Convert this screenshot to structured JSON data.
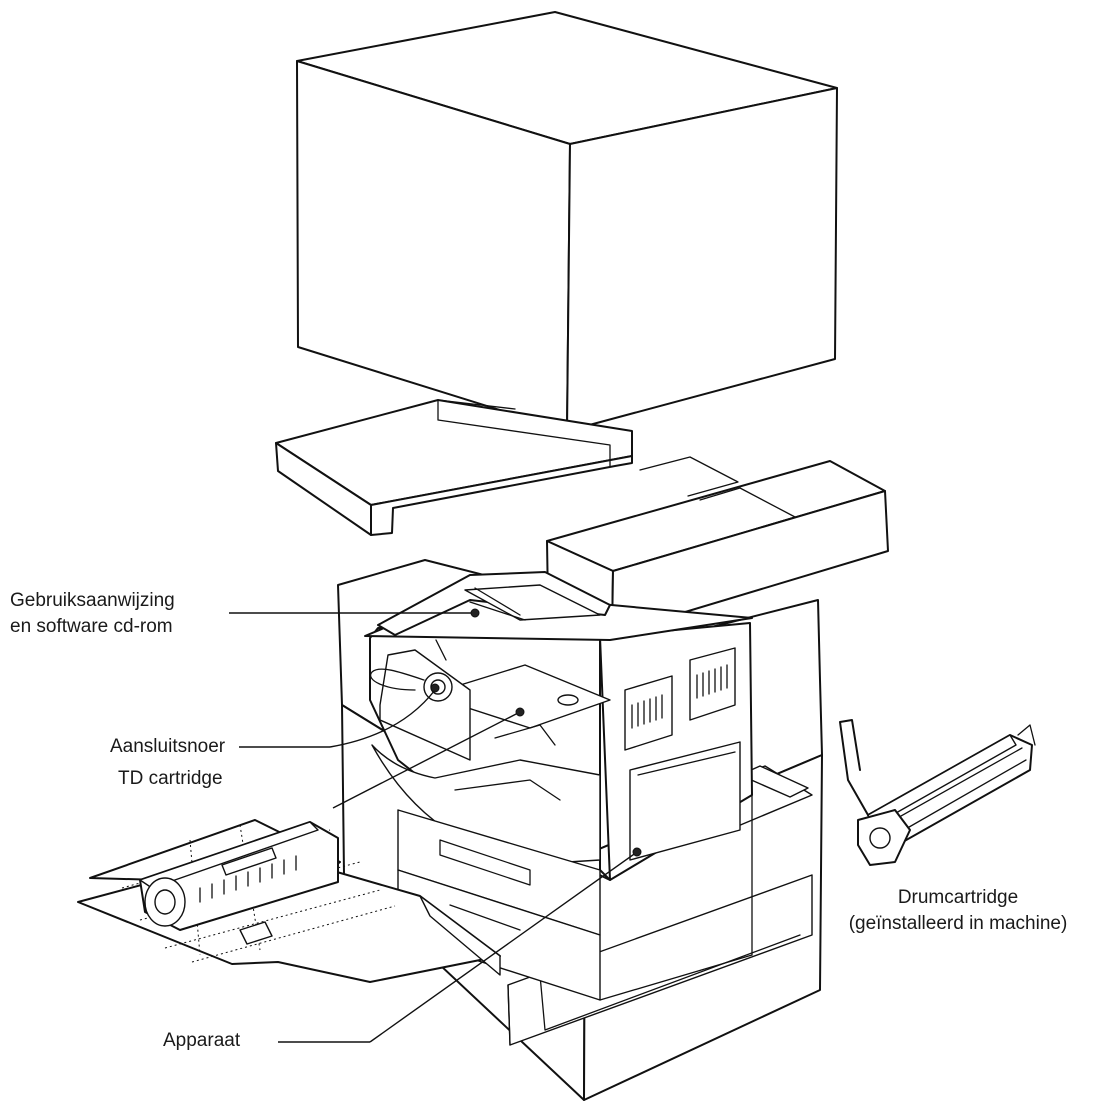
{
  "labels": {
    "manual_line1": "Gebruiksaanwijzing",
    "manual_line2": "en software cd-rom",
    "power_cord": "Aansluitsnoer",
    "td_cartridge": "TD cartridge",
    "drum_line1": "Drumcartridge",
    "drum_line2": "(geïnstalleerd in machine)",
    "machine": "Apparaat"
  }
}
